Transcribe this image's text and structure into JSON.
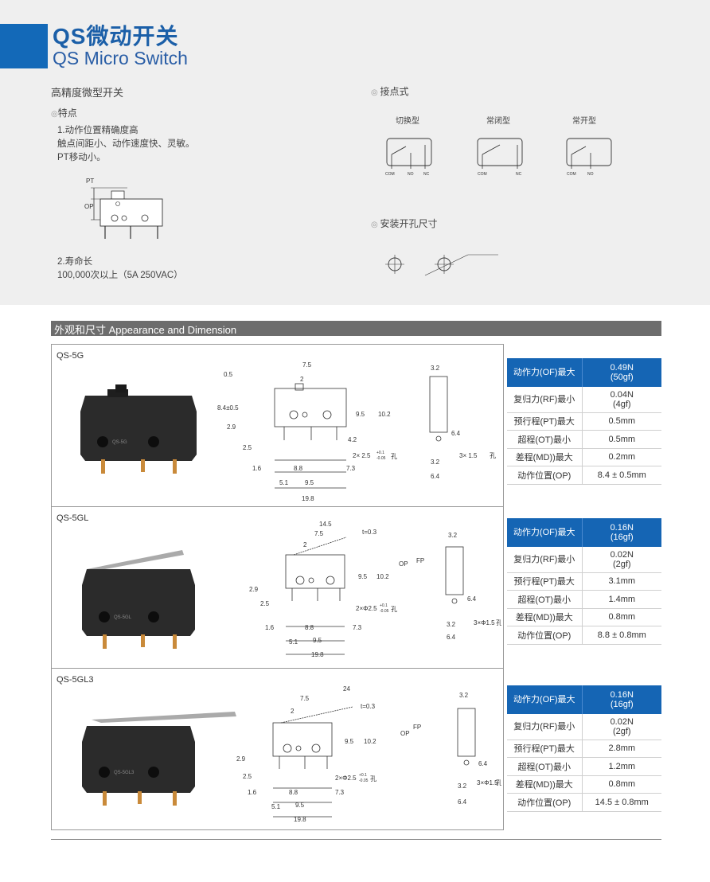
{
  "header": {
    "title_cn": "QS微动开关",
    "title_en": "QS Micro Switch"
  },
  "intro": {
    "subtitle": "高精度微型开关",
    "features_heading": "特点",
    "feature1_title": "1.动作位置精确度高",
    "feature1_line1": "触点间距小、动作速度快、灵敏。",
    "feature1_line2": "PT移动小。",
    "feature2_title": "2.寿命长",
    "feature2_line1": "100,000次以上（5A 250VAC）",
    "labels": {
      "pt": "PT",
      "op": "OP"
    }
  },
  "contacts": {
    "heading": "接点式",
    "types": [
      {
        "name": "切换型",
        "pins": [
          "COM",
          "NO",
          "NC"
        ]
      },
      {
        "name": "常闭型",
        "pins": [
          "COM",
          "NC"
        ]
      },
      {
        "name": "常开型",
        "pins": [
          "COM",
          "NO"
        ]
      }
    ]
  },
  "mounting": {
    "heading": "安装开孔尺寸"
  },
  "section": {
    "title": "外观和尺寸 Appearance and Dimension"
  },
  "products": [
    {
      "model": "QS-5G",
      "body_label": "QS-5G",
      "dims": [
        "7.5",
        "0.5",
        "2",
        "8.4±0.5",
        "2.9",
        "2.5",
        "9.5",
        "10.2",
        "4.2",
        "2× 2.5",
        "+0.1",
        "-0.05",
        "孔",
        "1.6",
        "8.8",
        "7.3",
        "5.1",
        "9.5",
        "19.8",
        "3.2",
        "6.4",
        "3× 1.5",
        "孔",
        "3.2",
        "6.4"
      ],
      "specs": [
        {
          "k": "动作力(OF)最大",
          "v1": "0.49N",
          "v2": "(50gf)"
        },
        {
          "k": "复归力(RF)最小",
          "v1": "0.04N",
          "v2": "(4gf)"
        },
        {
          "k": "预行程(PT)最大",
          "v1": "0.5mm"
        },
        {
          "k": "超程(OT)最小",
          "v1": "0.5mm"
        },
        {
          "k": "差程(MD))最大",
          "v1": "0.2mm"
        },
        {
          "k": "动作位置(OP)",
          "v1": "8.4 ± 0.5mm"
        }
      ]
    },
    {
      "model": "QS-5GL",
      "body_label": "QS-5GL",
      "dims": [
        "14.5",
        "7.5",
        "t=0.3",
        "2",
        "FP",
        "OP",
        "9.5",
        "10.2",
        "2.9",
        "2.5",
        "2×Φ2.5",
        "+0.1",
        "-0.05",
        "孔",
        "1.6",
        "8.8",
        "7.3",
        "5.1",
        "9.5",
        "19.8",
        "3.2",
        "6.4",
        "3×Φ1.5",
        "孔",
        "3.2",
        "6.4"
      ],
      "specs": [
        {
          "k": "动作力(OF)最大",
          "v1": "0.16N",
          "v2": "(16gf)"
        },
        {
          "k": "复归力(RF)最小",
          "v1": "0.02N",
          "v2": "(2gf)"
        },
        {
          "k": "预行程(PT)最大",
          "v1": "3.1mm"
        },
        {
          "k": "超程(OT)最小",
          "v1": "1.4mm"
        },
        {
          "k": "差程(MD))最大",
          "v1": "0.8mm"
        },
        {
          "k": "动作位置(OP)",
          "v1": "8.8 ± 0.8mm"
        }
      ]
    },
    {
      "model": "QS-5GL3",
      "body_label": "QS-5GL3",
      "dims": [
        "24",
        "7.5",
        "t=0.3",
        "2",
        "FP",
        "OP",
        "9.5",
        "10.2",
        "2.9",
        "2.5",
        "2×Φ2.5",
        "+0.1",
        "-0.05",
        "孔",
        "1.6",
        "8.8",
        "7.3",
        "5.1",
        "9.5",
        "19.8",
        "3.2",
        "6.4",
        "3×Φ1.5",
        "孔",
        "3.2",
        "6.4"
      ],
      "specs": [
        {
          "k": "动作力(OF)最大",
          "v1": "0.16N",
          "v2": "(16gf)"
        },
        {
          "k": "复归力(RF)最小",
          "v1": "0.02N",
          "v2": "(2gf)"
        },
        {
          "k": "预行程(PT)最大",
          "v1": "2.8mm"
        },
        {
          "k": "超程(OT)最小",
          "v1": "1.2mm"
        },
        {
          "k": "差程(MD))最大",
          "v1": "0.8mm"
        },
        {
          "k": "动作位置(OP)",
          "v1": "14.5 ± 0.8mm"
        }
      ]
    }
  ]
}
